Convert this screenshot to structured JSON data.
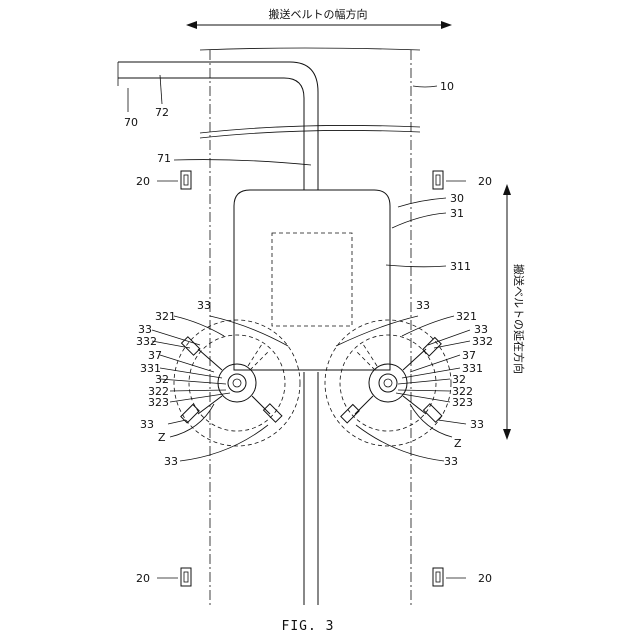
{
  "diagram": {
    "width_label": "搬送ベルトの幅方向",
    "extension_label": "搬送ベルトの延在方向",
    "caption": "FIG. 3",
    "labels": {
      "r10": "10",
      "r70": "70",
      "r72": "72",
      "r71": "71",
      "r20": "20",
      "r30": "30",
      "r31": "31",
      "r311": "311",
      "r33": "33",
      "r321": "321",
      "r332": "332",
      "r37": "37",
      "r331": "331",
      "r32": "32",
      "r322": "322",
      "r323": "323",
      "rZ": "Z"
    }
  }
}
